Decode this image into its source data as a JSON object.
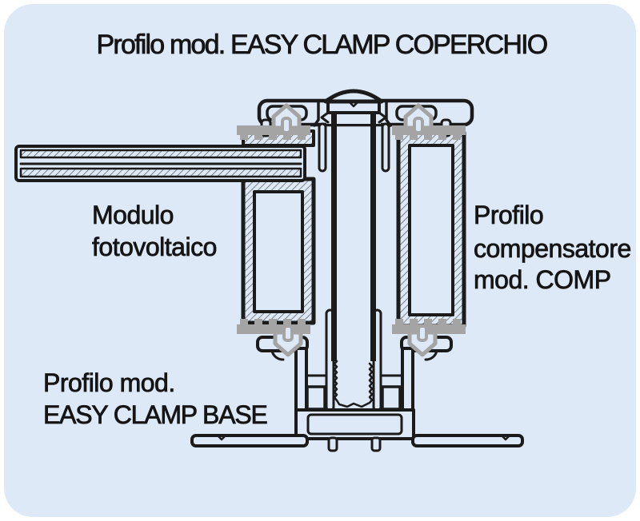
{
  "title": "Profilo mod. EASY CLAMP COPERCHIO",
  "labels": {
    "module": {
      "line1": "Modulo",
      "line2": "fotovoltaico"
    },
    "compensator": {
      "line1": "Profilo",
      "line2": "compensatore",
      "line3": "mod. COMP"
    },
    "base": {
      "line1": "Profilo mod.",
      "line2": "EASY CLAMP BASE"
    }
  },
  "colors": {
    "page": "#ffffff",
    "panel": "#dde9f6",
    "line": "#1b1b1b",
    "gasket": "#a4a4a4",
    "hatch": "#555555"
  }
}
